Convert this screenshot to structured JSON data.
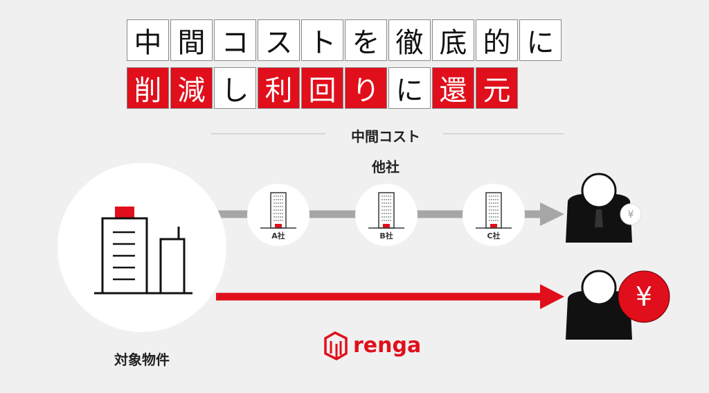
{
  "headline": {
    "line1": [
      "中",
      "間",
      "コ",
      "ス",
      "ト",
      "を",
      "徹",
      "底",
      "的",
      "に"
    ],
    "line2": [
      {
        "c": "削",
        "red": true
      },
      {
        "c": "減",
        "red": true
      },
      {
        "c": "し",
        "red": false
      },
      {
        "c": "利",
        "red": true
      },
      {
        "c": "回",
        "red": true
      },
      {
        "c": "り",
        "red": true
      },
      {
        "c": "に",
        "red": false
      },
      {
        "c": "還",
        "red": true
      },
      {
        "c": "元",
        "red": true
      }
    ]
  },
  "labels": {
    "middle_cost": "中間コスト",
    "other_companies": "他社",
    "property": "対象物件"
  },
  "companies": [
    "A社",
    "B社",
    "C社"
  ],
  "currency_symbol": "¥",
  "brand": {
    "name": "renga",
    "color": "#e00f1b"
  }
}
